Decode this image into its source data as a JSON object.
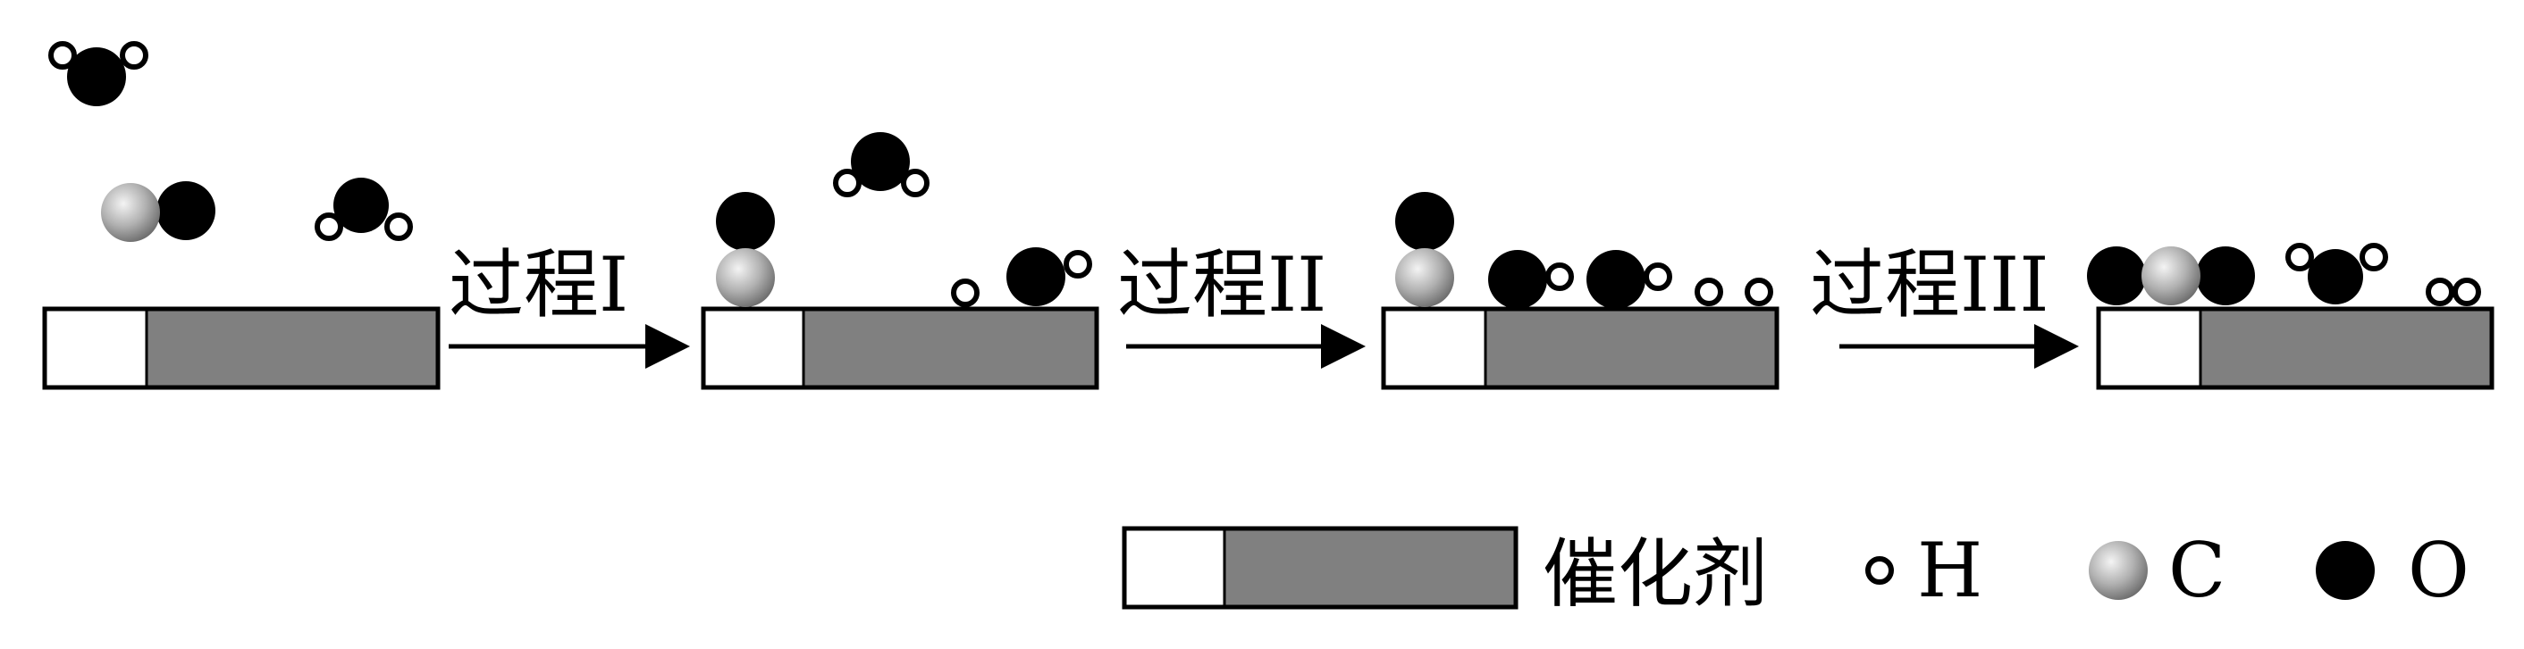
{
  "processes": [
    {
      "label": "过程I"
    },
    {
      "label": "过程II"
    },
    {
      "label": "过程III"
    }
  ],
  "legend": {
    "catalyst": "催化剂",
    "h": "H",
    "c": "C",
    "o": "O"
  },
  "colors": {
    "catalyst_white": "#ffffff",
    "catalyst_gray": "#808080",
    "oxygen": "#000000",
    "carbon": "#a6a6a6",
    "hydrogen": "#ffffff"
  }
}
